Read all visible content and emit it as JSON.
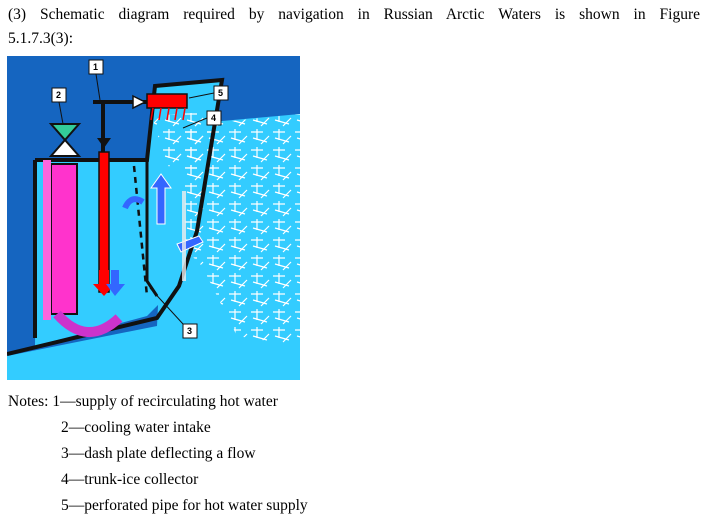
{
  "intro": {
    "line1": "(3)  Schematic diagram required by navigation in Russian Arctic Waters is shown in Figure",
    "line2": "5.1.7.3(3):"
  },
  "figure": {
    "callouts": [
      "1",
      "2",
      "3",
      "4",
      "5"
    ],
    "colors": {
      "background": "#1565c0",
      "water": "#33ccff",
      "tank": "#ff33cc",
      "hot_pipe": "#ff0000",
      "valve": "#33cc99",
      "flow_blue": "#3366ff",
      "ice": "#ffffff"
    }
  },
  "notes": {
    "heading": "Notes: ",
    "items": [
      "1—supply of recirculating hot water",
      "2—cooling water intake",
      "3—dash plate deflecting a flow",
      "4—trunk-ice collector",
      "5—perforated pipe for hot water supply"
    ]
  }
}
